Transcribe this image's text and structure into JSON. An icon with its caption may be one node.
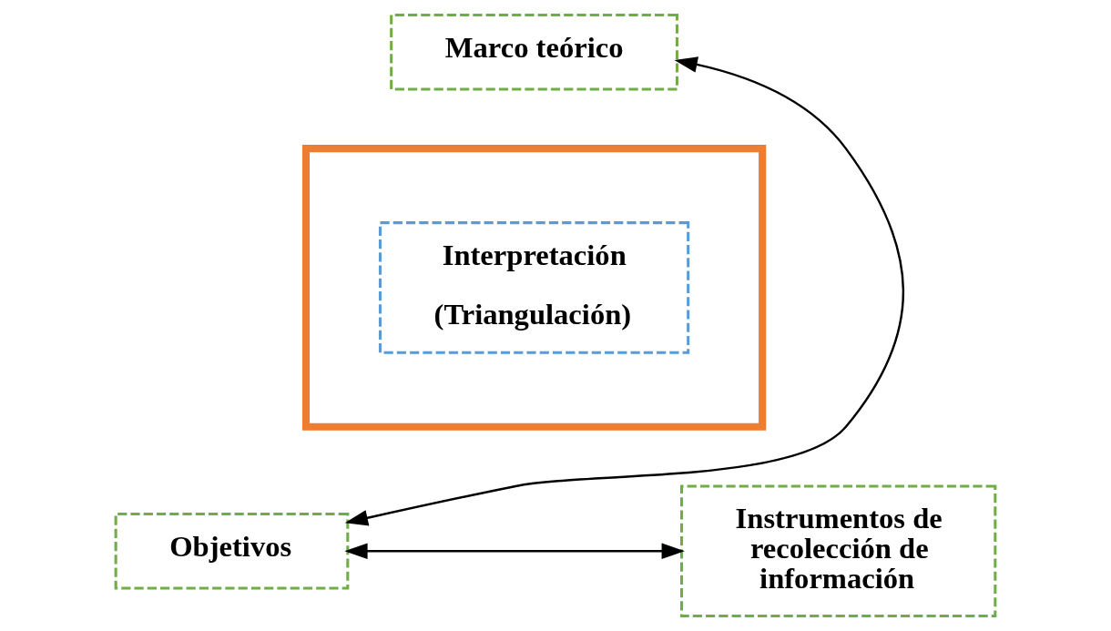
{
  "diagram": {
    "nodes": [
      {
        "text": [
          "Marco teórico"
        ]
      },
      {
        "text": [],
        "shape": "triangle"
      },
      {
        "text": [
          "Interpretación",
          "(Triangulación)"
        ],
        "in": 1
      },
      {
        "text": [
          "Objetivos"
        ]
      },
      {
        "text": [
          "Instrumentos de recolección de información"
        ]
      }
    ],
    "edges": [
      {
        "from": 3,
        "to": 0,
        "arrow": "both"
      },
      {
        "from": 3,
        "to": 4,
        "arrow": "both"
      }
    ]
  }
}
